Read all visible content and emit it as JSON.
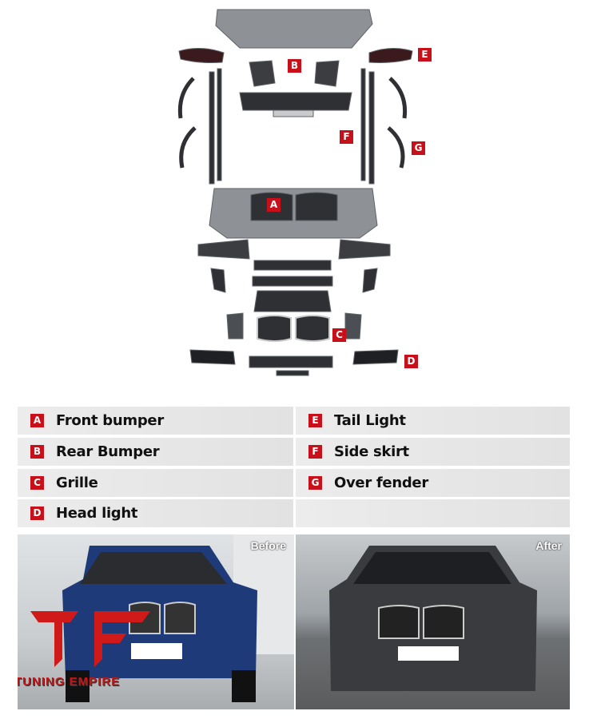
{
  "parts_legend": [
    {
      "letter": "A",
      "label": "Front bumper"
    },
    {
      "letter": "B",
      "label": "Rear Bumper"
    },
    {
      "letter": "C",
      "label": "Grille"
    },
    {
      "letter": "D",
      "label": "Head light"
    },
    {
      "letter": "E",
      "label": "Tail Light"
    },
    {
      "letter": "F",
      "label": "Side skirt"
    },
    {
      "letter": "G",
      "label": "Over fender"
    }
  ],
  "comparison": {
    "before_label": "Before",
    "after_label": "After"
  },
  "watermark": {
    "text": "TUNING EMPIRE"
  },
  "colors": {
    "tag_red": "#c8101a",
    "before_car": "#1f3a78",
    "after_car": "#3a3b3e"
  }
}
